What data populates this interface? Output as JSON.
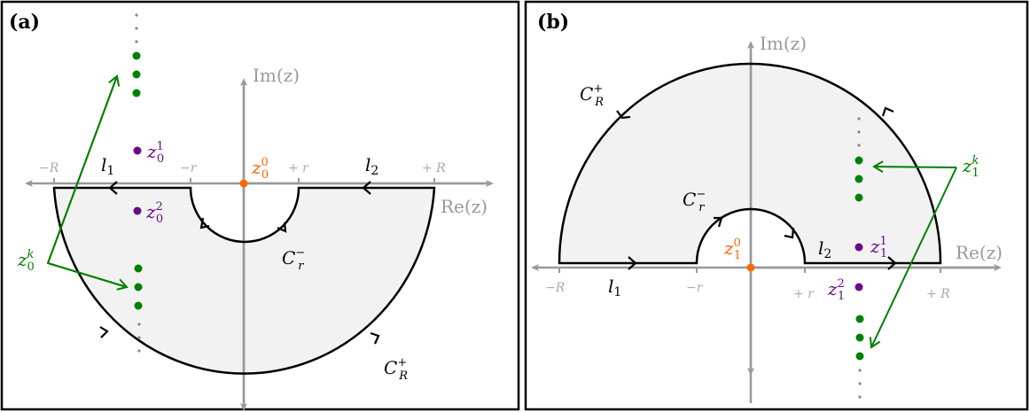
{
  "colors": {
    "axis": "#999999",
    "contour": "#000000",
    "fill": "#f2f2f2",
    "origin": "#ff6600",
    "pole": "#6a0a8a",
    "zero_seq": "#008000",
    "ellipsis": "#888888"
  },
  "panels": [
    {
      "label": "(a)",
      "axis_labels": {
        "im": "Im(z)",
        "re": "Re(z)"
      },
      "ticks": {
        "minus_R": "−R",
        "plus_R": "+ R",
        "minus_r": "−r",
        "plus_r": "+ r"
      },
      "segments": {
        "l1": "l",
        "l1_sub": "1",
        "l2": "l",
        "l2_sub": "2"
      },
      "contours": {
        "small": {
          "base": "C",
          "sub": "r",
          "sup": "−"
        },
        "large": {
          "base": "C",
          "sub": "R",
          "sup": "+"
        }
      },
      "points": {
        "origin": {
          "base": "z",
          "sub": "0",
          "sup": "0"
        },
        "pole1": {
          "base": "z",
          "sub": "0",
          "sup": "1"
        },
        "pole2": {
          "base": "z",
          "sub": "0",
          "sup": "2"
        },
        "zeros": {
          "base": "z",
          "sub": "0",
          "sup": "k"
        }
      }
    },
    {
      "label": "(b)",
      "axis_labels": {
        "im": "Im(z)",
        "re": "Re(z)"
      },
      "ticks": {
        "minus_R": "−R",
        "plus_R": "+ R",
        "minus_r": "−r",
        "plus_r": "+ r"
      },
      "segments": {
        "l1": "l",
        "l1_sub": "1",
        "l2": "l",
        "l2_sub": "2"
      },
      "contours": {
        "small": {
          "base": "C",
          "sub": "r",
          "sup": "−"
        },
        "large": {
          "base": "C",
          "sub": "R",
          "sup": "+"
        }
      },
      "points": {
        "origin": {
          "base": "z",
          "sub": "1",
          "sup": "0"
        },
        "pole1": {
          "base": "z",
          "sub": "1",
          "sup": "1"
        },
        "pole2": {
          "base": "z",
          "sub": "1",
          "sup": "2"
        },
        "zeros": {
          "base": "z",
          "sub": "1",
          "sup": "k"
        }
      }
    }
  ]
}
